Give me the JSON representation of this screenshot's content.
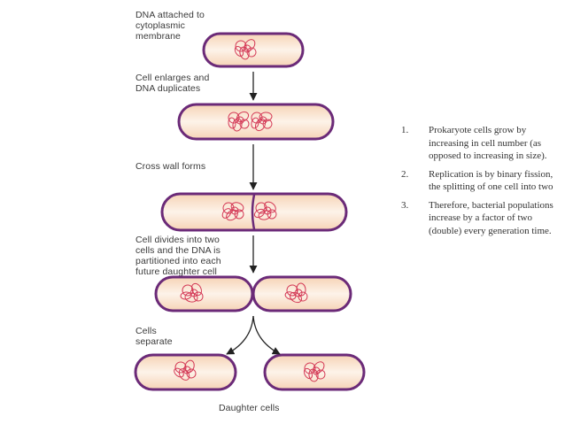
{
  "stages": [
    {
      "label": "DNA attached to\ncytoplasmic\nmembrane"
    },
    {
      "label": "Cell enlarges and\nDNA duplicates"
    },
    {
      "label": "Cross wall forms"
    },
    {
      "label": "Cell divides into two\ncells and the DNA is\npartitioned into each\nfuture daughter cell"
    },
    {
      "label": "Cells\nseparate"
    },
    {
      "label": "Daughter cells"
    }
  ],
  "notes": [
    {
      "number": "1.",
      "text": "Prokaryote cells grow by increasing in cell number (as opposed to increasing in size)."
    },
    {
      "number": "2.",
      "text": "Replication is by binary fission, the splitting of one cell into two"
    },
    {
      "number": "3.",
      "text": "Therefore, bacterial populations increase by a factor of two (double) every generation time."
    }
  ],
  "colors": {
    "cell_outline": "#6b2a78",
    "cell_fill_edge": "#f6d3b6",
    "cell_fill_center": "#fdf3e9",
    "dna": "#d43a56",
    "arrow": "#222222"
  }
}
